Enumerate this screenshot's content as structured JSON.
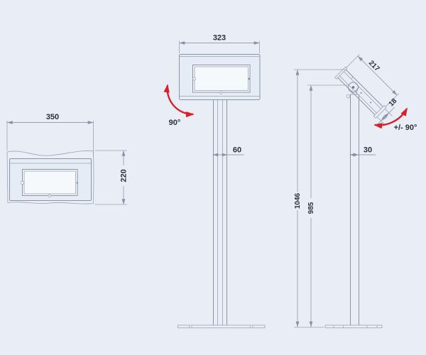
{
  "colors": {
    "background": "#e9eef6",
    "line": "#8a93a5",
    "dim_text": "#2a3039",
    "accent_red": "#d6212b"
  },
  "front_view": {
    "width": "350",
    "height": "220"
  },
  "stand_front_view": {
    "width": "323",
    "pole_width": "60",
    "rotation": "90°"
  },
  "stand_side_view": {
    "display_length": "217",
    "display_thickness": "18",
    "tilt_range": "+/- 90°",
    "pole_depth": "30",
    "overall_height": "1046",
    "pivot_height": "985"
  }
}
